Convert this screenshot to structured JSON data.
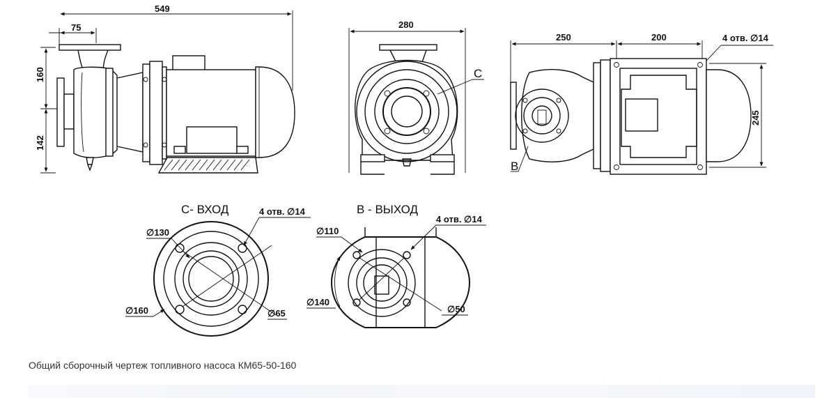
{
  "view1": {
    "overall_length": "549",
    "flange_offset": "75",
    "height_upper": "160",
    "height_lower": "142"
  },
  "view2": {
    "width": "280",
    "inlet_marker": "C"
  },
  "view3": {
    "length_left": "250",
    "length_right": "200",
    "holes_note": "4 отв. ∅14",
    "height": "245",
    "outlet_marker": "B"
  },
  "inlet_flange": {
    "title": "С- ВХОД",
    "holes_note": "4 отв. ∅14",
    "bolt_circle": "∅130",
    "outer_diameter": "∅160",
    "bore": "∅65"
  },
  "outlet_flange": {
    "title": "В - ВЫХОД",
    "holes_note": "4 отв. ∅14",
    "bolt_circle": "∅110",
    "outer_diameter": "∅140",
    "bore": "∅50"
  },
  "caption": "Общий сборочный чертеж топливного насоса КМ65-50-160"
}
